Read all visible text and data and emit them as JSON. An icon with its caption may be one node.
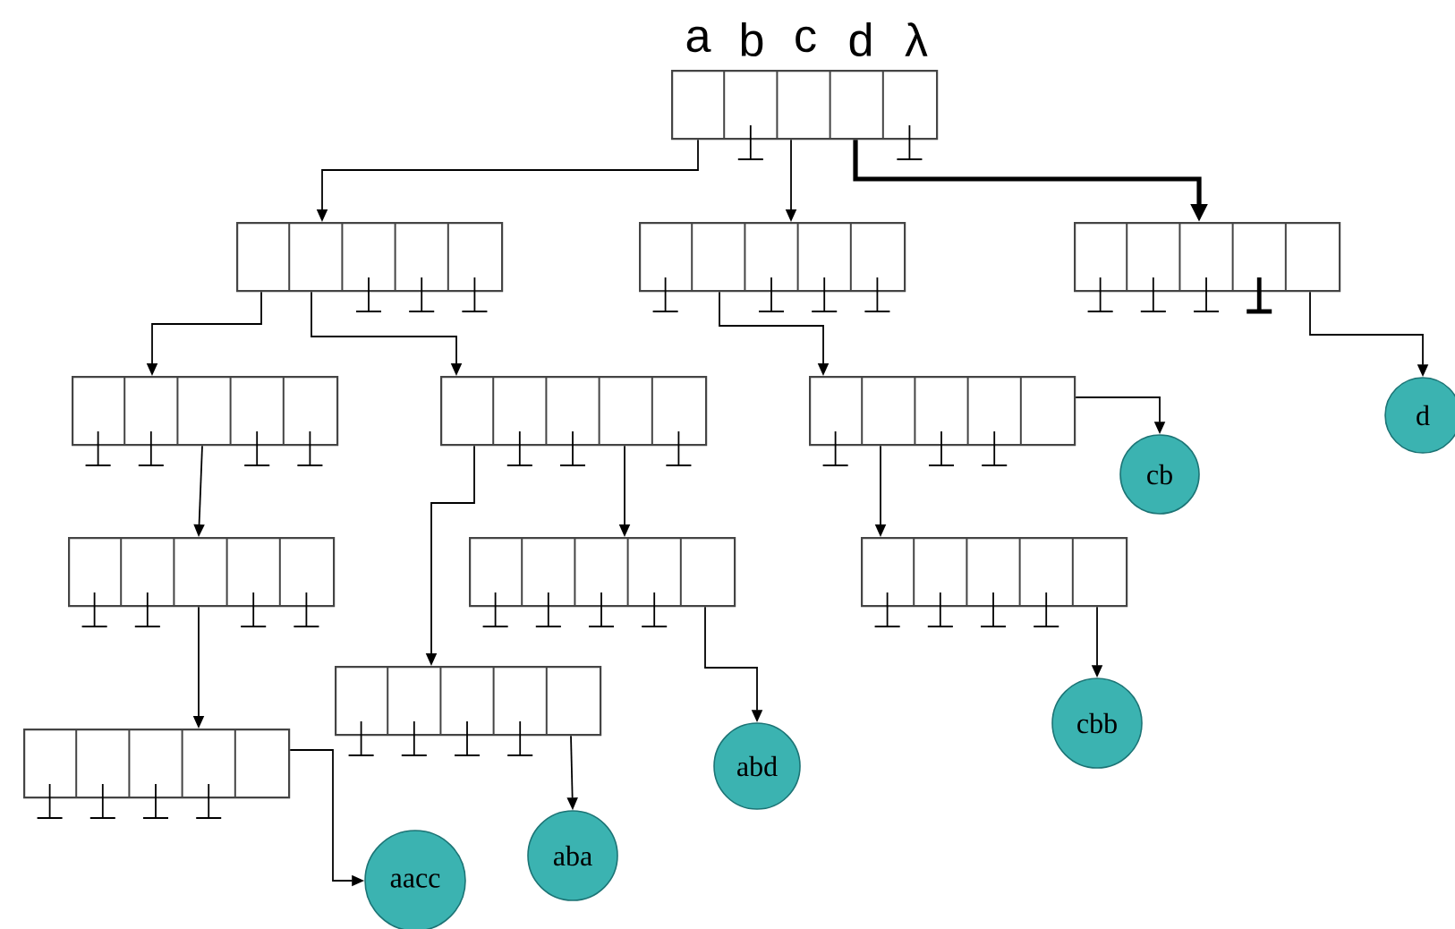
{
  "diagram": {
    "nodes": [
      {
        "text": [],
        "shape": "box"
      },
      {
        "text": [],
        "shape": "box"
      },
      {
        "text": [],
        "shape": "box"
      },
      {
        "text": [],
        "shape": "box"
      },
      {
        "text": [],
        "shape": "box"
      },
      {
        "text": [],
        "shape": "box"
      },
      {
        "text": [],
        "shape": "box"
      },
      {
        "text": [],
        "shape": "box"
      },
      {
        "text": [],
        "shape": "box"
      },
      {
        "text": [],
        "shape": "box"
      },
      {
        "text": [],
        "shape": "box"
      },
      {
        "text": [],
        "shape": "box"
      },
      {
        "text": [
          "d"
        ]
      },
      {
        "text": [
          "cb"
        ]
      },
      {
        "text": [
          "cbb"
        ]
      },
      {
        "text": [
          "abd"
        ]
      },
      {
        "text": [
          "aba"
        ]
      },
      {
        "text": [
          "aacc"
        ]
      }
    ],
    "edges": [
      {
        "from": 0,
        "to": 1,
        "arrow": "to"
      },
      {
        "from": 0,
        "to": 2,
        "arrow": "to"
      },
      {
        "from": 0,
        "to": 3,
        "arrow": "to",
        "style": "thick"
      },
      {
        "from": 1,
        "to": 4,
        "arrow": "to"
      },
      {
        "from": 1,
        "to": 5,
        "arrow": "to"
      },
      {
        "from": 2,
        "to": 6,
        "arrow": "to"
      },
      {
        "from": 3,
        "to": 12,
        "arrow": "to"
      },
      {
        "from": 4,
        "to": 7,
        "arrow": "to"
      },
      {
        "from": 5,
        "to": 10,
        "arrow": "to"
      },
      {
        "from": 5,
        "to": 8,
        "arrow": "to"
      },
      {
        "from": 6,
        "to": 13,
        "arrow": "to"
      },
      {
        "from": 6,
        "to": 9,
        "arrow": "to"
      },
      {
        "from": 7,
        "to": 11,
        "arrow": "to"
      },
      {
        "from": 8,
        "to": 15,
        "arrow": "to"
      },
      {
        "from": 9,
        "to": 14,
        "arrow": "to"
      },
      {
        "from": 10,
        "to": 16,
        "arrow": "to"
      },
      {
        "from": 11,
        "to": 17,
        "arrow": "to"
      }
    ],
    "labels": [
      "a",
      "b",
      "c",
      "d",
      "λ"
    ]
  }
}
